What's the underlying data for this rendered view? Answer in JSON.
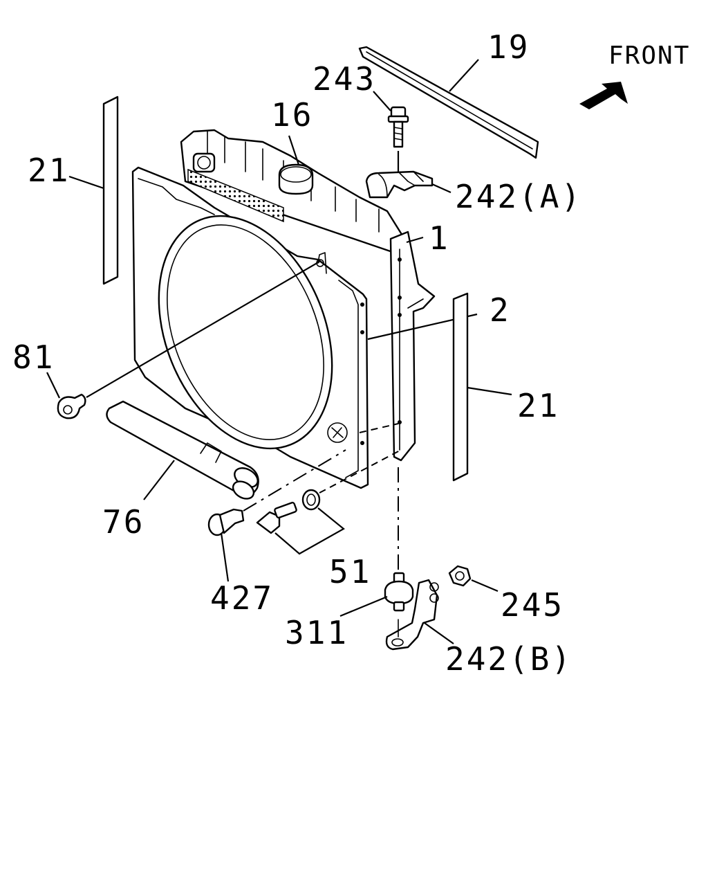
{
  "direction_label": "FRONT",
  "callouts": [
    {
      "id": "c19",
      "text": "19"
    },
    {
      "id": "c243",
      "text": "243"
    },
    {
      "id": "c16",
      "text": "16"
    },
    {
      "id": "c21a",
      "text": "21"
    },
    {
      "id": "c242a",
      "text": "242(A)"
    },
    {
      "id": "c1",
      "text": "1"
    },
    {
      "id": "c2",
      "text": "2"
    },
    {
      "id": "c81",
      "text": "81"
    },
    {
      "id": "c21b",
      "text": "21"
    },
    {
      "id": "c76",
      "text": "76"
    },
    {
      "id": "c51",
      "text": "51"
    },
    {
      "id": "c427",
      "text": "427"
    },
    {
      "id": "c245",
      "text": "245"
    },
    {
      "id": "c311",
      "text": "311"
    },
    {
      "id": "c242b",
      "text": "242(B)"
    }
  ]
}
